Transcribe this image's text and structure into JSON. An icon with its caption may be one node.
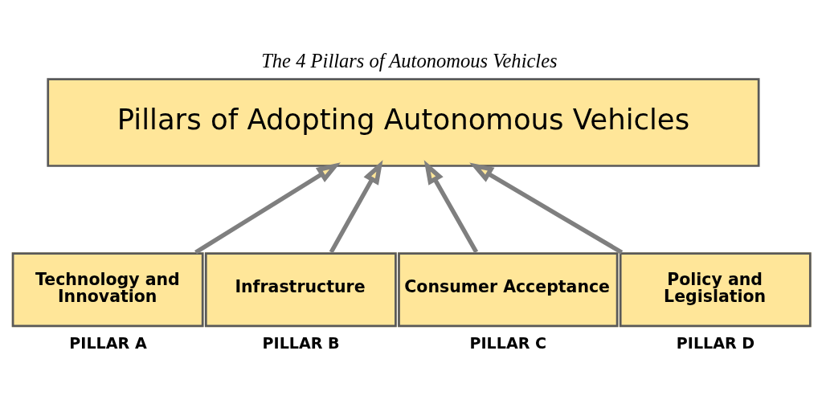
{
  "diagram": {
    "title": "The 4 Pillars of Autonomous Vehicles",
    "nodes": [
      {
        "text": [
          "Pillars of Adopting Autonomous Vehicles"
        ]
      },
      {
        "text": [
          "Technology and Innovation"
        ],
        "beside": [
          "PILLAR A"
        ]
      },
      {
        "text": [
          "Infrastructure"
        ],
        "beside": [
          "PILLAR B"
        ]
      },
      {
        "text": [
          "Consumer Acceptance"
        ],
        "beside": [
          "PILLAR C"
        ]
      },
      {
        "text": [
          "Policy and Legislation"
        ],
        "beside": [
          "PILLAR D"
        ]
      }
    ],
    "edges": [
      {
        "from": 1,
        "to": 0,
        "arrow": "to"
      },
      {
        "from": 2,
        "to": 0,
        "arrow": "to"
      },
      {
        "from": 3,
        "to": 0,
        "arrow": "to"
      },
      {
        "from": 4,
        "to": 0,
        "arrow": "to"
      }
    ]
  }
}
